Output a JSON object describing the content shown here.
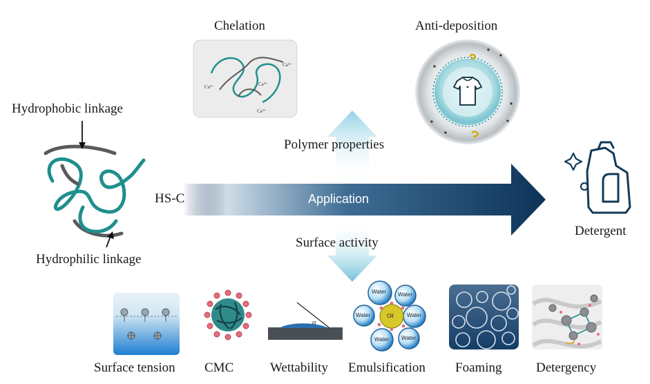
{
  "top": {
    "chelation": "Chelation",
    "anti_deposition": "Anti-deposition",
    "ca_label": "Ca²⁺"
  },
  "left": {
    "hydrophobic": "Hydrophobic linkage",
    "hydrophilic": "Hydrophilic linkage",
    "polymer_name": "HS-C"
  },
  "center": {
    "application": "Application",
    "polymer_properties": "Polymer properties",
    "surface_activity": "Surface activity"
  },
  "right": {
    "detergent": "Detergent"
  },
  "bottom": {
    "items": [
      {
        "label": "Surface tension"
      },
      {
        "label": "CMC"
      },
      {
        "label": "Wettability"
      },
      {
        "label": "Emulsification"
      },
      {
        "label": "Foaming"
      },
      {
        "label": "Detergency"
      }
    ],
    "water_label": "Water",
    "oil_label": "Oil",
    "alpha_label": "α"
  },
  "colors": {
    "teal": "#1f8f8c",
    "navy": "#0e3358",
    "gray_chain": "#5a5a5a",
    "light_blue": "#7cc7dc"
  }
}
